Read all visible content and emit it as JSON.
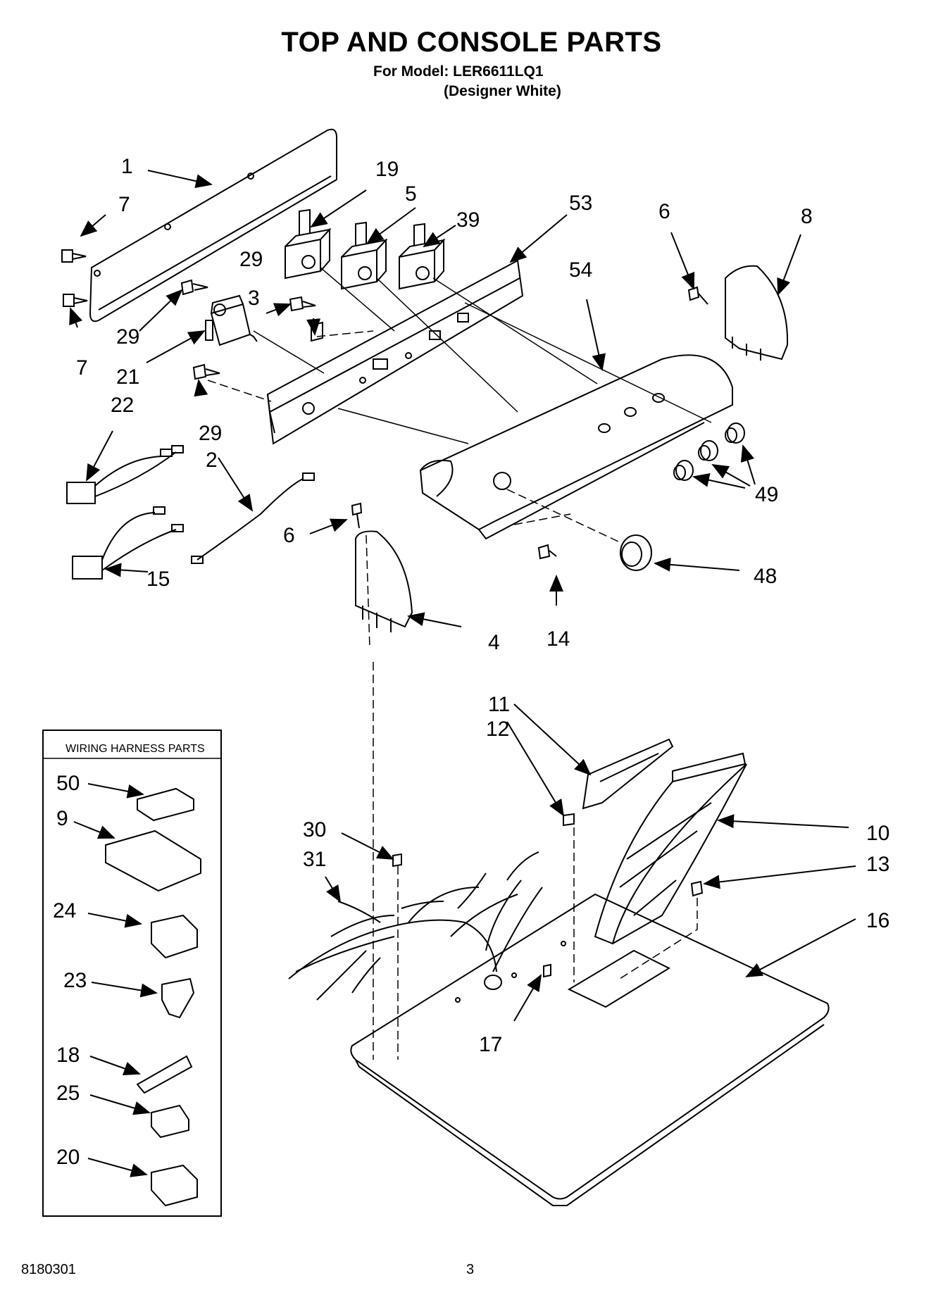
{
  "title": "TOP AND CONSOLE PARTS",
  "model_line": "For Model: LER6611LQ1",
  "variant_line": "(Designer White)",
  "footer": {
    "doc_number": "8180301",
    "page": "3"
  },
  "inset": {
    "title": "WIRING HARNESS PARTS",
    "items": [
      "50",
      "9",
      "24",
      "23",
      "18",
      "25",
      "20"
    ]
  },
  "callouts": {
    "c1": "1",
    "c7a": "7",
    "c7b": "7",
    "c29a": "29",
    "c29b": "29",
    "c29c": "29",
    "c21": "21",
    "c22": "22",
    "c3": "3",
    "c19": "19",
    "c5": "5",
    "c39": "39",
    "c53": "53",
    "c54": "54",
    "c6a": "6",
    "c8": "8",
    "c2": "2",
    "c15": "15",
    "c6b": "6",
    "c4": "4",
    "c14": "14",
    "c48": "48",
    "c49": "49",
    "c11": "11",
    "c12": "12",
    "c10": "10",
    "c13": "13",
    "c16": "16",
    "c30": "30",
    "c31": "31",
    "c17": "17"
  }
}
